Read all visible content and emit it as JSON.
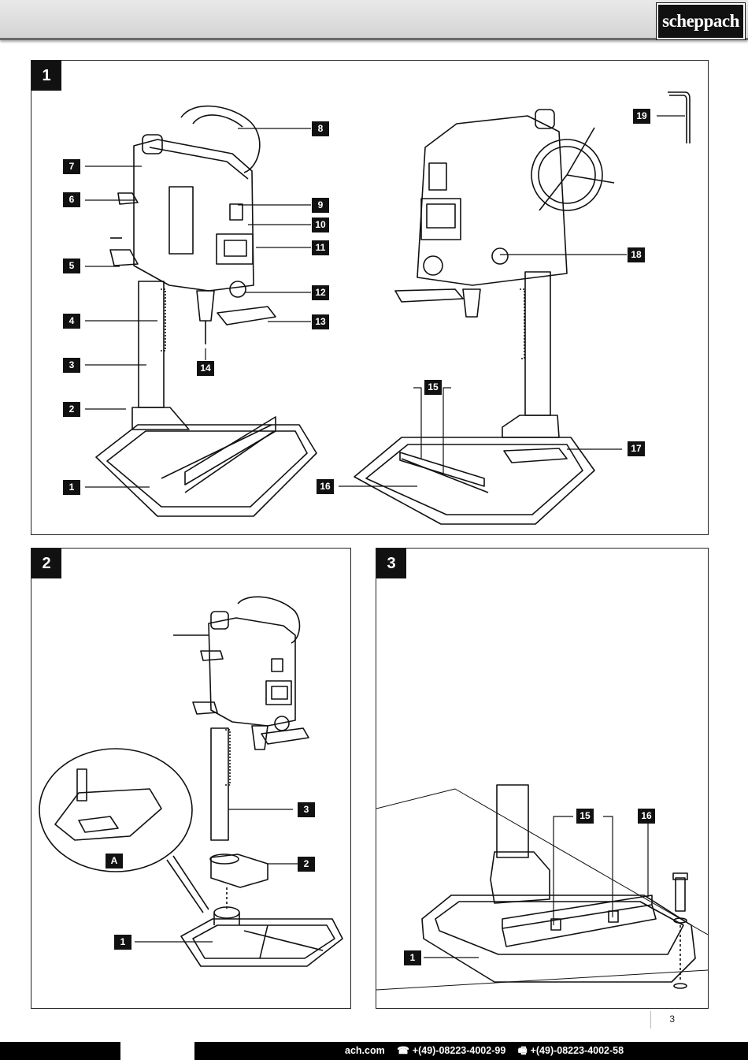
{
  "header": {
    "brand": "scheppach"
  },
  "figures": [
    {
      "number": "1",
      "callouts": [
        "1",
        "2",
        "3",
        "4",
        "5",
        "6",
        "7",
        "8",
        "9",
        "10",
        "11",
        "12",
        "13",
        "14",
        "15",
        "16",
        "17",
        "18",
        "19"
      ]
    },
    {
      "number": "2",
      "callouts": [
        "3",
        "2",
        "1"
      ],
      "detail_label": "A"
    },
    {
      "number": "3",
      "callouts": [
        "15",
        "16",
        "1"
      ]
    }
  ],
  "footer": {
    "page_number": "3",
    "website": "ach.com",
    "phone_icon": "☎",
    "phone": "+(49)-08223-4002-99",
    "fax_icon": "🖷",
    "fax": "+(49)-08223-4002-58"
  }
}
